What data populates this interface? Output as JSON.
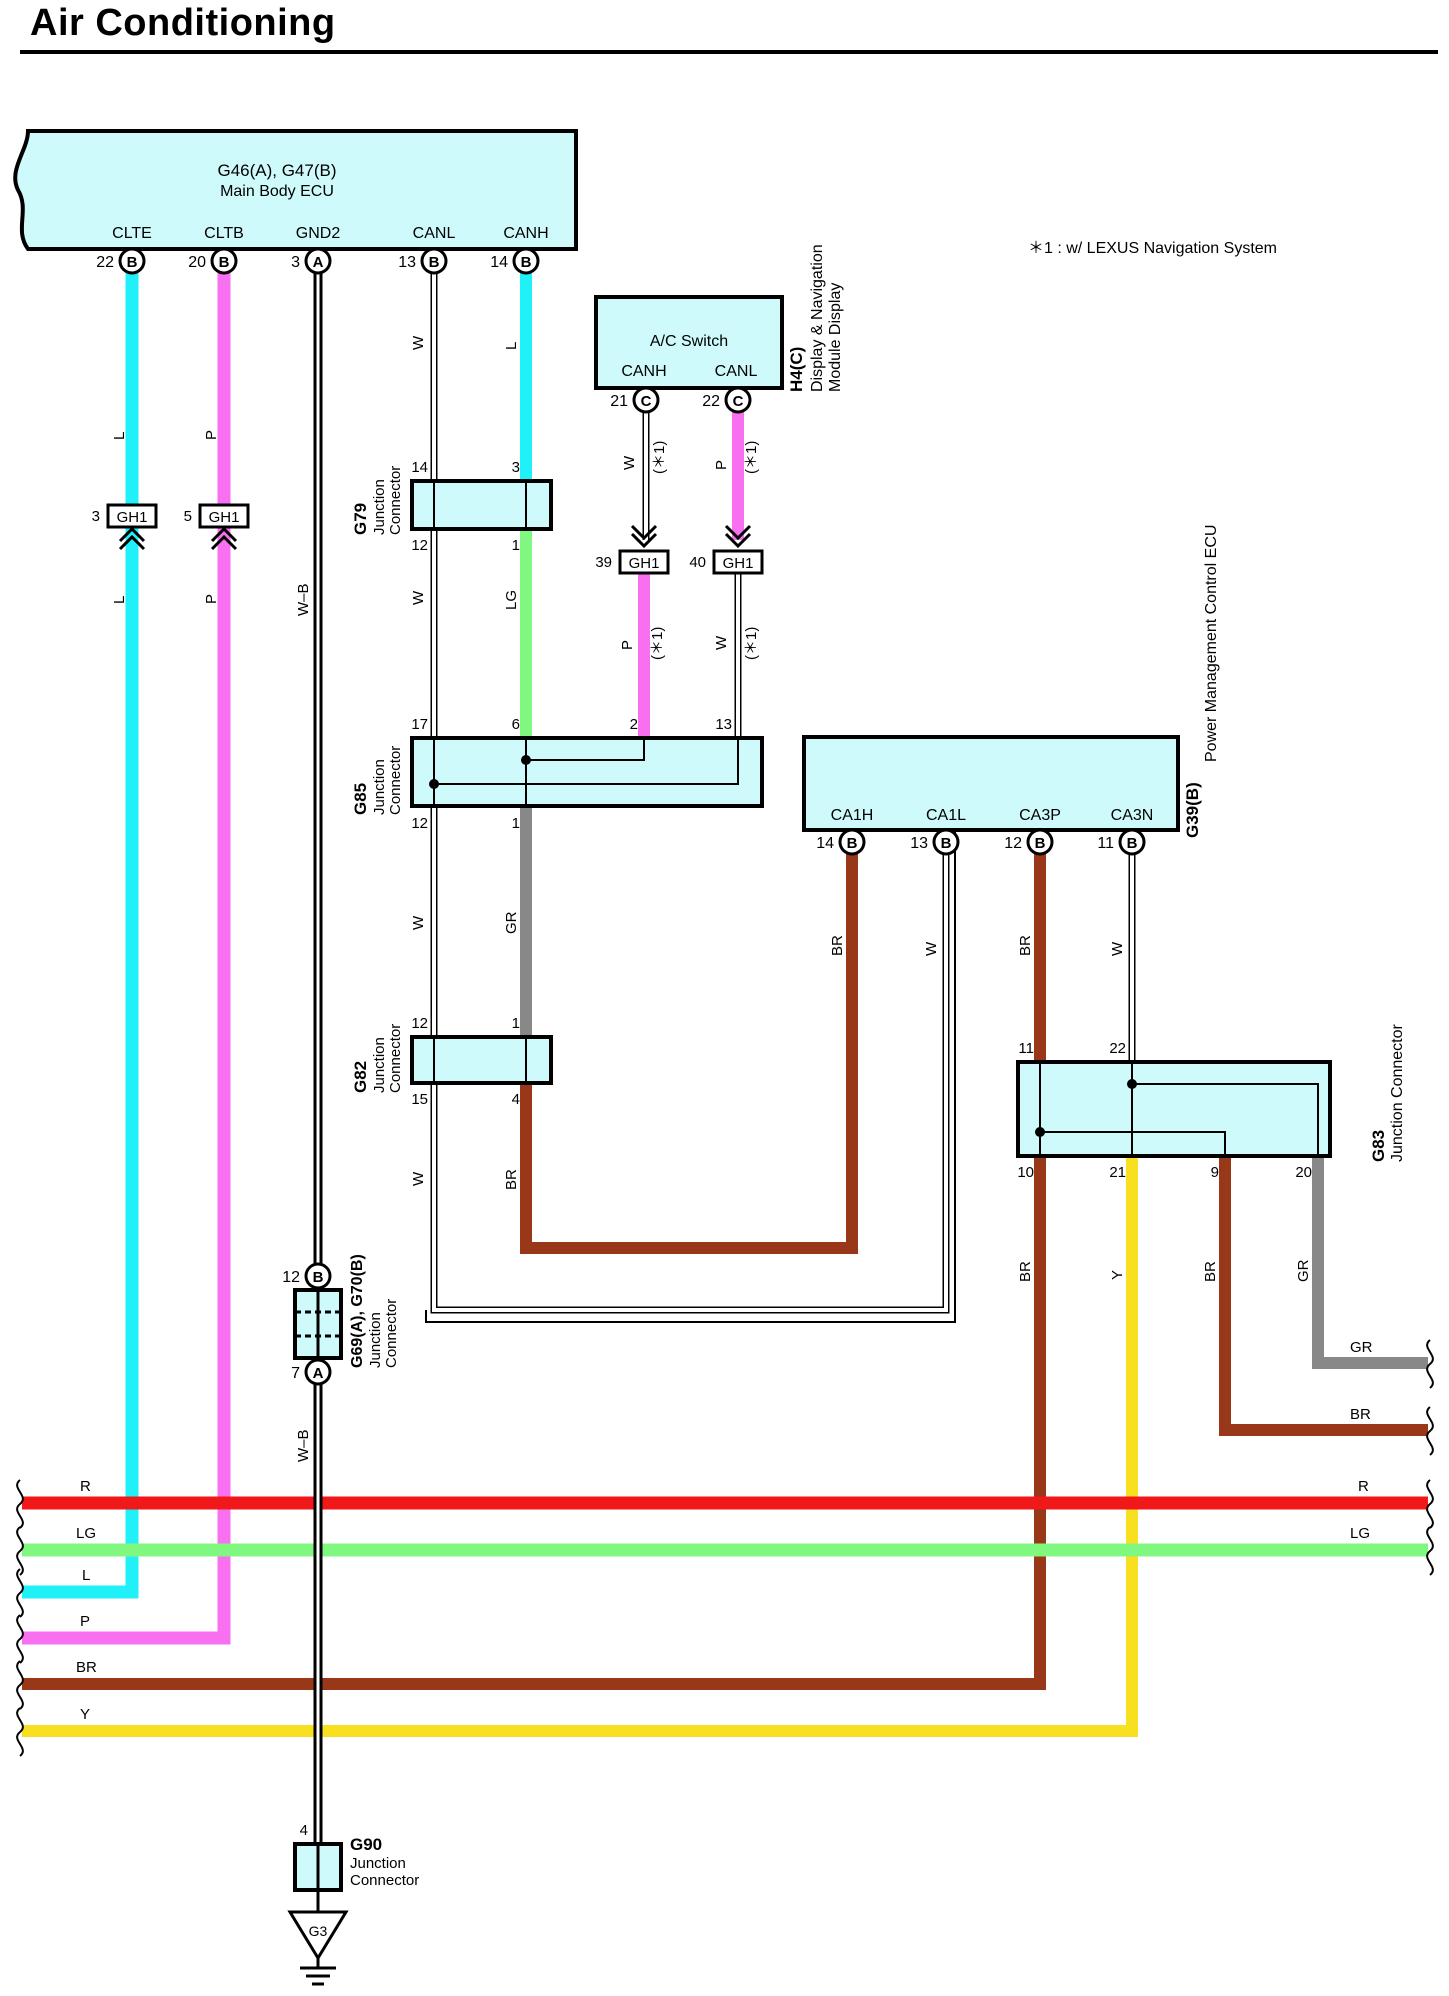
{
  "title": "Air Conditioning",
  "note": "＊1 : w/ LEXUS Navigation System",
  "colors": {
    "L": "#20f0f8",
    "P": "#f870f0",
    "LG": "#80f880",
    "GR": "#888888",
    "BR": "#983818",
    "Y": "#f8e020",
    "R": "#f01818",
    "box_fill": "#cffafc"
  },
  "main_ecu": {
    "title": "G46(A), G47(B)",
    "subtitle": "Main Body ECU",
    "pins": {
      "CLTE": "CLTE",
      "CLTB": "CLTB",
      "GND2": "GND2",
      "CANL": "CANL",
      "CANH": "CANH"
    },
    "pin_nums": {
      "CLTE": "22",
      "CLTB": "20",
      "GND2": "3",
      "CANL": "13",
      "CANH": "14"
    },
    "pin_conn": {
      "CLTE": "B",
      "CLTB": "B",
      "GND2": "A",
      "CANL": "B",
      "CANH": "B"
    }
  },
  "ac_switch": {
    "label": "A/C Switch",
    "canh": "CANH",
    "canl": "CANL",
    "canh_num": "21",
    "canl_num": "22",
    "conn": "C",
    "id": "H4(C)",
    "desc1": "Display & Navigation",
    "desc2": "Module Display"
  },
  "pmc_ecu": {
    "id": "G39(B)",
    "desc": "Power Management Control ECU",
    "pins": [
      "CA1H",
      "CA1L",
      "CA3P",
      "CA3N"
    ],
    "nums": [
      "14",
      "13",
      "12",
      "11"
    ],
    "conn": "B"
  },
  "connectors": {
    "g79": {
      "id": "G79",
      "desc1": "Junction",
      "desc2": "Connector",
      "pins": [
        "14",
        "3",
        "12",
        "1"
      ]
    },
    "g85": {
      "id": "G85",
      "desc1": "Junction",
      "desc2": "Connector",
      "pins": [
        "17",
        "6",
        "2",
        "13",
        "12",
        "1"
      ]
    },
    "g82": {
      "id": "G82",
      "desc1": "Junction",
      "desc2": "Connector",
      "pins": [
        "12",
        "1",
        "15",
        "4"
      ]
    },
    "g83": {
      "id": "G83",
      "desc": "Junction Connector",
      "pins": [
        "11",
        "22",
        "10",
        "21",
        "9",
        "20"
      ]
    },
    "g69": {
      "id": "G69(A), G70(B)",
      "desc1": "Junction",
      "desc2": "Connector",
      "pin_top": "12",
      "conn_top": "B",
      "pin_bot": "7",
      "conn_bot": "A"
    },
    "g90": {
      "id": "G90",
      "desc1": "Junction",
      "desc2": "Connector",
      "pin": "4"
    }
  },
  "gh1": {
    "label": "GH1",
    "pins": [
      "3",
      "5",
      "39",
      "40"
    ]
  },
  "ground": "G3",
  "option_mark": "(＊1)",
  "wire_labels": {
    "L": "L",
    "P": "P",
    "W": "W",
    "LG": "LG",
    "GR": "GR",
    "BR": "BR",
    "Y": "Y",
    "R": "R",
    "WB": "W–B"
  }
}
